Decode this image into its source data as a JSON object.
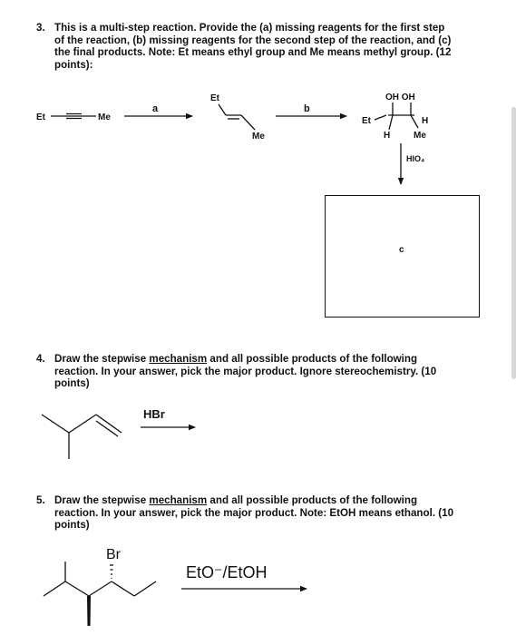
{
  "q3": {
    "number": "3.",
    "text_a": "This is a multi-step reaction. Provide the (a) missing reagents for the first step",
    "text_b": "of the reaction, (b) missing reagents for the second step of the reaction, and (c)",
    "text_c": "the final products. Note: Et means ethyl group and Me means methyl group. (12",
    "text_d": "points):",
    "start_left": "Et",
    "start_right": "Me",
    "arrow_a": "a",
    "alkene_top": "Et",
    "alkene_bottom": "Me",
    "arrow_b": "b",
    "diol_oh": "OH OH",
    "diol_et": "Et",
    "diol_h_right": "H",
    "diol_h_left": "H",
    "diol_me": "Me",
    "reagent_hio4": "HIO₄",
    "box_label": "c"
  },
  "q4": {
    "number": "4.",
    "text_a": "Draw the stepwise ",
    "text_u": "mechanism",
    "text_b": " and all possible products of the following",
    "text_c": "reaction. In your answer, pick the major product. Ignore stereochemistry. (10",
    "text_d": "points)",
    "reagent": "HBr"
  },
  "q5": {
    "number": "5.",
    "text_a": "Draw the stepwise ",
    "text_u": "mechanism",
    "text_b": " and all possible products of the following",
    "text_c": "reaction. In your answer, pick the major product. Note: EtOH means ethanol. (10",
    "text_d": "points)",
    "substituent": "Br",
    "reagent": "EtO⁻/EtOH"
  }
}
